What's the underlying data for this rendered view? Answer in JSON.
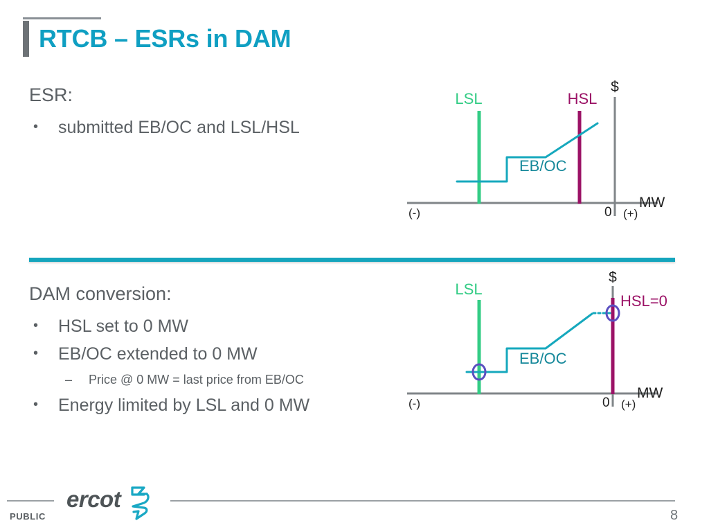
{
  "slide": {
    "title": "RTCB – ESRs in DAM",
    "page_number": "8",
    "accent_color": "#0f9fc2",
    "divider_color": "#15a5bd",
    "body_text_color": "#5b6064"
  },
  "upper_section": {
    "lead": "ESR:",
    "bullets": [
      {
        "level": 1,
        "text": "submitted EB/OC and LSL/HSL"
      }
    ]
  },
  "lower_section": {
    "lead": "DAM conversion:",
    "bullets": [
      {
        "level": 1,
        "text": "HSL set to 0 MW"
      },
      {
        "level": 1,
        "text": "EB/OC extended to 0 MW"
      },
      {
        "level": 2,
        "text": "Price @ 0 MW = last price from EB/OC"
      },
      {
        "level": 1,
        "text": "Energy limited by LSL and 0 MW"
      }
    ]
  },
  "footer": {
    "classification": "PUBLIC",
    "logo_text": "ercot",
    "logo_mark": "lightning-bolt-mark",
    "logo_text_color": "#4e5457",
    "logo_mark_color": "#19a8c4"
  },
  "chart_data": [
    {
      "id": "esr-submitted",
      "type": "line",
      "title": "ESR submitted EB/OC and LSL/HSL",
      "xlabel": "MW",
      "ylabel": "$",
      "x_axis_negative_marker": "(-)",
      "x_axis_zero_marker": "0",
      "x_axis_positive_marker": "(+)",
      "grid": false,
      "legend": "inline-annotations",
      "series": [
        {
          "name": "EB/OC",
          "label": "EB/OC",
          "color": "#16a8bd",
          "style": "solid-step-then-ramp",
          "points": [
            {
              "x": -108,
              "y": 30
            },
            {
              "x": -78,
              "y": 30
            },
            {
              "x": -78,
              "y": 62
            },
            {
              "x": -38,
              "y": 62
            },
            {
              "x": 10,
              "y": 108
            }
          ]
        },
        {
          "name": "LSL",
          "label": "LSL",
          "color": "#33cc85",
          "style": "vertical-limit-line",
          "x": -100,
          "y_from": 0,
          "y_to": 118
        },
        {
          "name": "HSL",
          "label": "HSL",
          "color": "#9b1266",
          "style": "vertical-limit-line",
          "x": -5,
          "y_from": 0,
          "y_to": 118
        }
      ],
      "markers": []
    },
    {
      "id": "dam-converted",
      "type": "line",
      "title": "DAM conversion: HSL set to 0 MW, EB/OC extended to 0 MW",
      "xlabel": "MW",
      "ylabel": "$",
      "x_axis_negative_marker": "(-)",
      "x_axis_zero_marker": "0",
      "x_axis_positive_marker": "(+)",
      "grid": false,
      "legend": "inline-annotations",
      "series": [
        {
          "name": "EB/OC",
          "label": "EB/OC",
          "color": "#16a8bd",
          "style": "solid-step-then-ramp",
          "points": [
            {
              "x": -100,
              "y": 30
            },
            {
              "x": -78,
              "y": 30
            },
            {
              "x": -78,
              "y": 62
            },
            {
              "x": -38,
              "y": 62
            },
            {
              "x": -8,
              "y": 105
            }
          ]
        },
        {
          "name": "EB/OC extension",
          "label": "",
          "color": "#16a8bd",
          "style": "dotted-extension",
          "points": [
            {
              "x": -8,
              "y": 105
            },
            {
              "x": 0,
              "y": 105
            }
          ]
        },
        {
          "name": "LSL",
          "label": "LSL",
          "color": "#33cc85",
          "style": "vertical-limit-line",
          "x": -100,
          "y_from": 0,
          "y_to": 120
        },
        {
          "name": "HSL=0",
          "label": "HSL=0",
          "color": "#9b1266",
          "style": "vertical-limit-line",
          "x": 0,
          "y_from": 0,
          "y_to": 118
        }
      ],
      "markers": [
        {
          "name": "lsl-endpoint",
          "x": -100,
          "y": 30,
          "shape": "circle-ring",
          "color": "#5a4fc0"
        },
        {
          "name": "zero-mw-endpoint",
          "x": 0,
          "y": 105,
          "shape": "circle-ring",
          "color": "#5a4fc0"
        }
      ]
    }
  ]
}
